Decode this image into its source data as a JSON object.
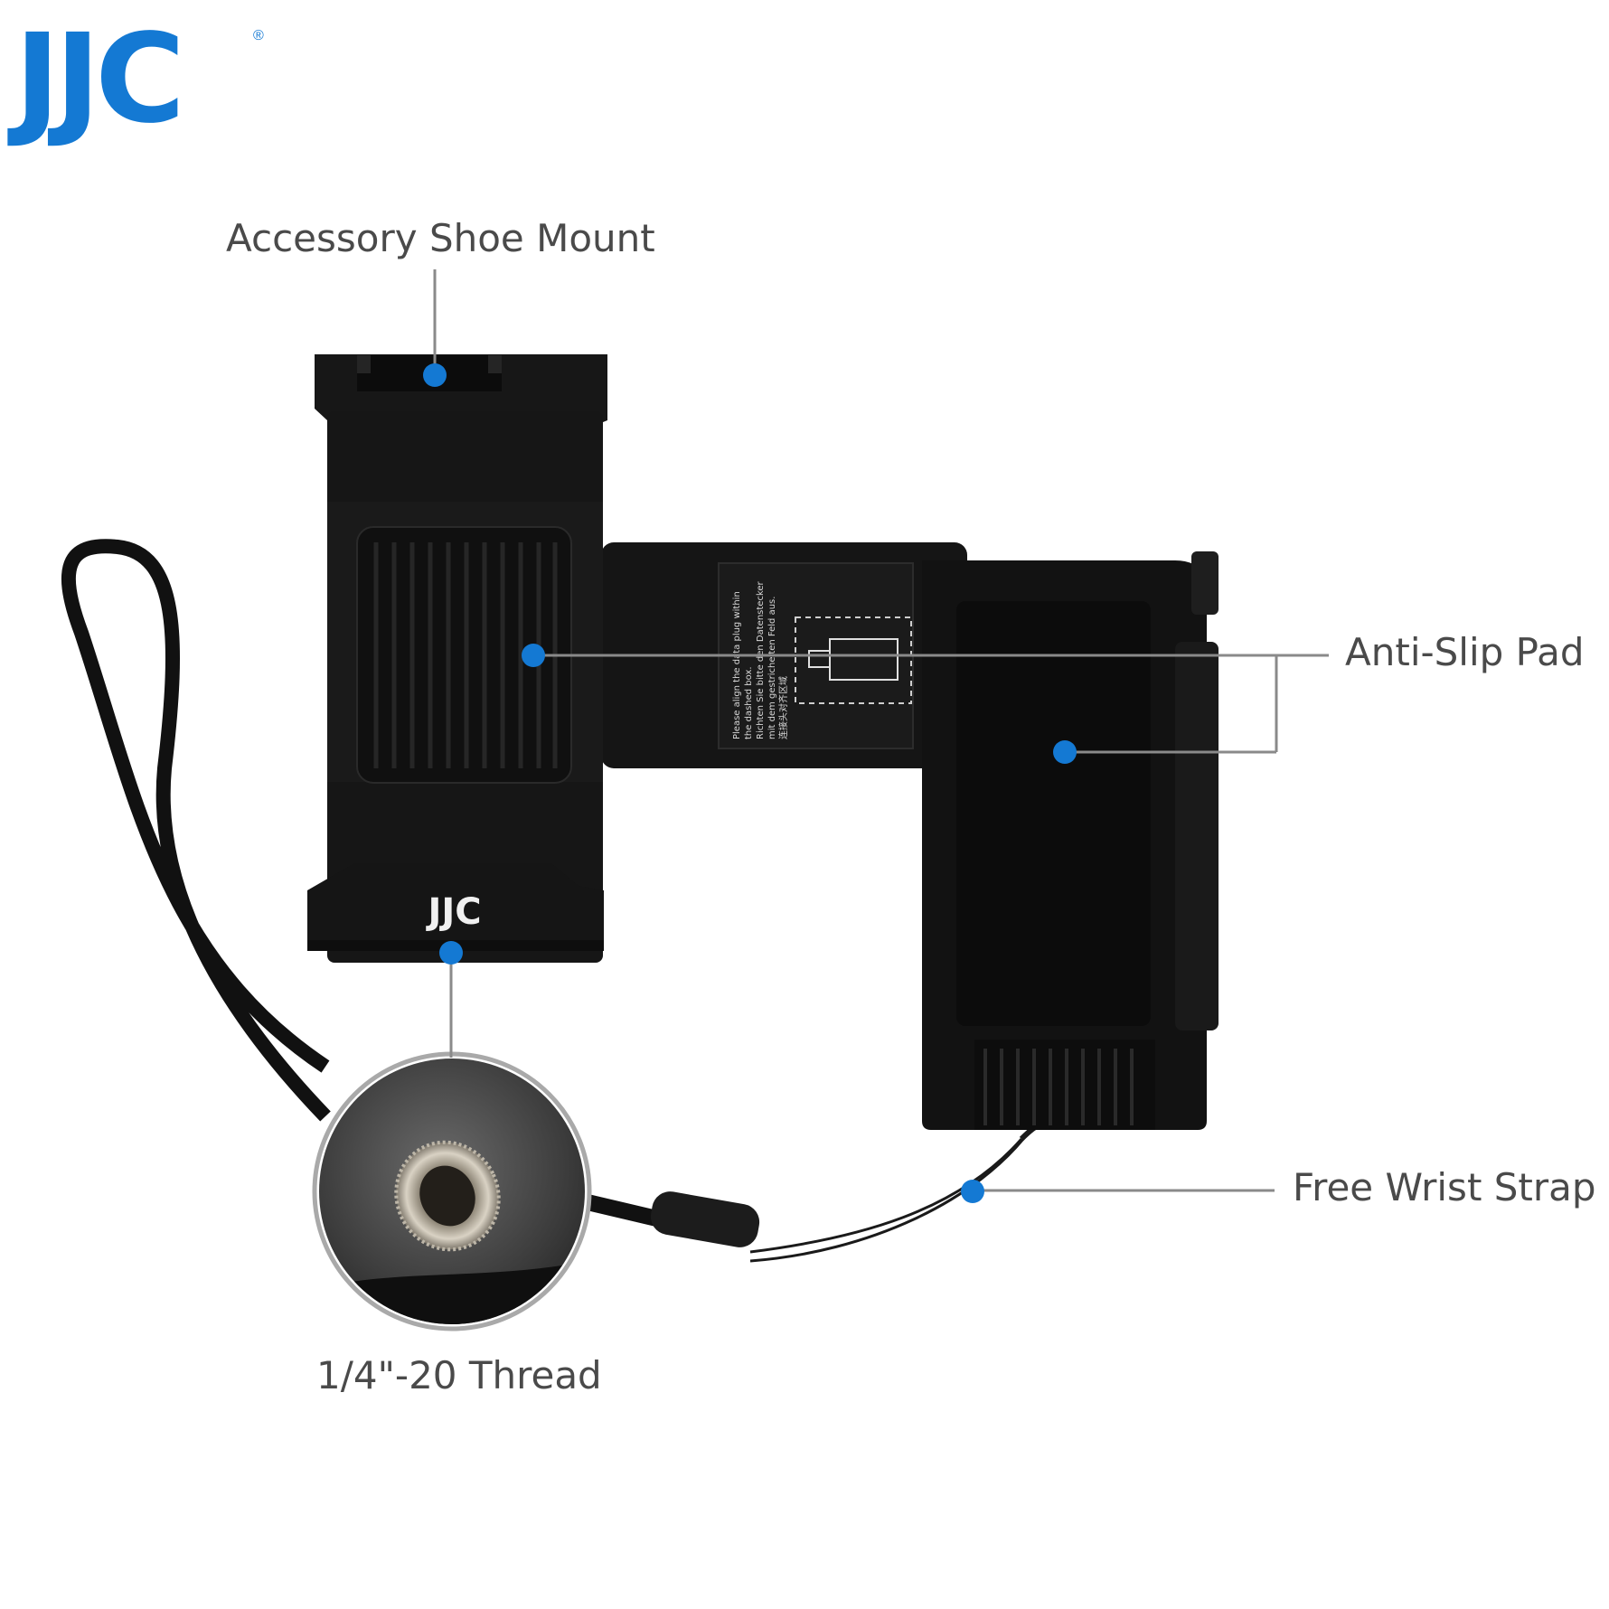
{
  "brand": {
    "logo_text": "JJC",
    "registered_mark": "®",
    "color": "#1479d3"
  },
  "callouts": {
    "shoe_mount": "Accessory Shoe Mount",
    "anti_slip_pad": "Anti-Slip Pad",
    "wrist_strap": "Free Wrist Strap",
    "thread": "1/4\"-20 Thread"
  },
  "device": {
    "clamp_logo": "JJC",
    "sticker_lines": [
      "Please align the data plug within",
      "the dashed box.",
      "Richten Sie bitte den Datenstecker",
      "mit dem gestrichelten Feld aus.",
      "连接头对齐区域"
    ]
  },
  "colors": {
    "marker": "#1479d3",
    "leader_line": "#8a8a8a",
    "body": "#141414",
    "label_text": "#4a4a4a"
  }
}
